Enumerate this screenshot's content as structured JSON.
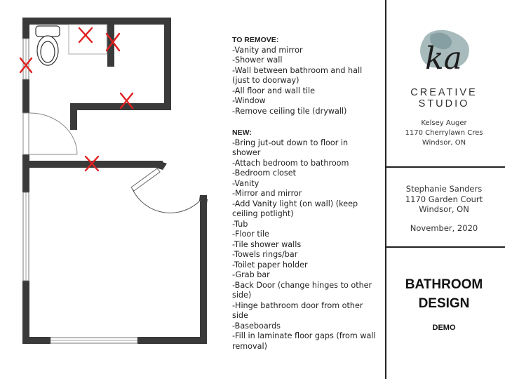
{
  "notes": {
    "remove_heading": "TO REMOVE:",
    "remove_items": [
      "-Vanity and mirror",
      "-Shower wall",
      "-Wall between bathroom and hall (just to doorway)",
      "-All floor and wall tile",
      "-Window",
      "-Remove ceiling tile (drywall)"
    ],
    "new_heading": "NEW:",
    "new_items": [
      "-Bring jut-out down to floor in shower",
      "-Attach bedroom to bathroom",
      "-Bedroom closet",
      "-Vanity",
      "-Mirror and mirror",
      "-Add Vanity light (on wall) (keep ceiling potlight)",
      "-Tub",
      "-Floor tile",
      "-Tile shower walls",
      "-Towels rings/bar",
      "-Toilet paper holder",
      "-Grab bar",
      "-Back Door (change hinges to other side)",
      "-Hinge bathroom door from other side",
      "-Baseboards",
      "-Fill in laminate floor gaps (from wall removal)"
    ]
  },
  "brand": {
    "logo_text": "ka",
    "line1": "CREATIVE",
    "line2": "STUDIO",
    "accent_color": "#8aa3a6"
  },
  "designer": {
    "name": "Kelsey Auger",
    "address": "1170 Cherrylawn Cres",
    "city": "Windsor, ON"
  },
  "client": {
    "name": "Stephanie Sanders",
    "address": "1170 Garden Court",
    "city": "Windsor, ON"
  },
  "date": "November, 2020",
  "title": {
    "line1": "BATHROOM",
    "line2": "DESIGN"
  },
  "demo_label": "DEMO",
  "plan": {
    "wall_color": "#3a3a3a",
    "removal_mark_color": "#e02020",
    "removal_marks": [
      "window-left",
      "vanity",
      "shower-wall",
      "hall-wall",
      "bedroom-wall"
    ]
  }
}
